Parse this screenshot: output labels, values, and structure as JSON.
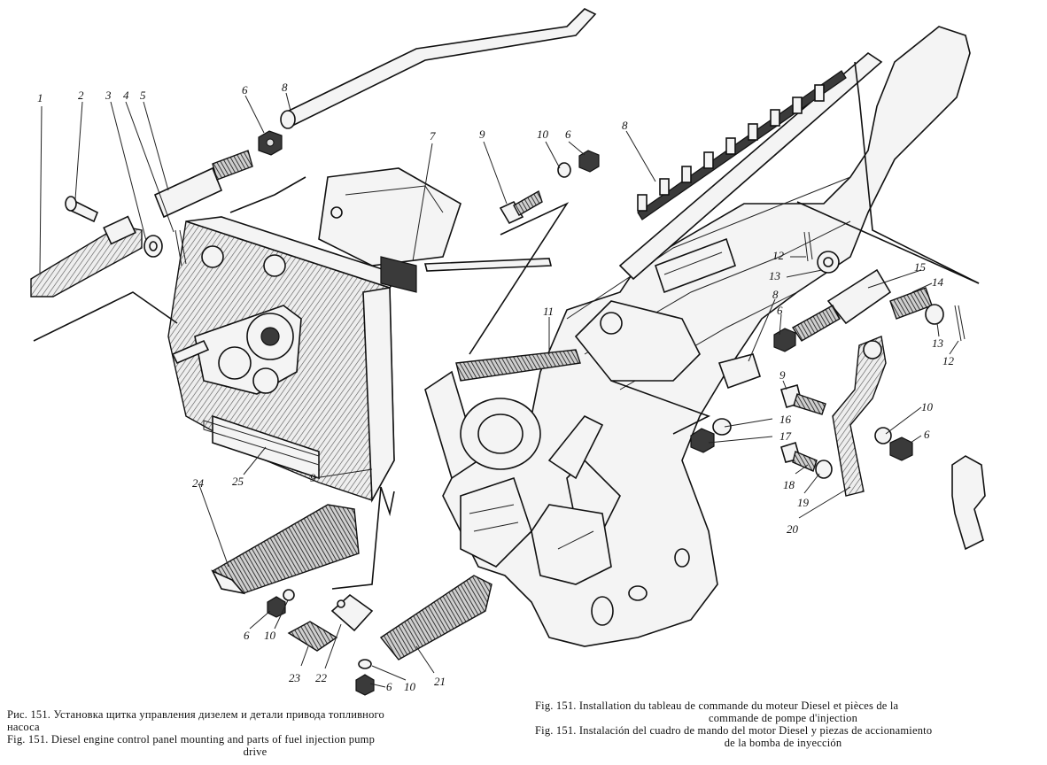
{
  "figure": {
    "callouts": [
      {
        "id": "c1",
        "text": "1"
      },
      {
        "id": "c2",
        "text": "2"
      },
      {
        "id": "c3",
        "text": "3"
      },
      {
        "id": "c4",
        "text": "4"
      },
      {
        "id": "c5",
        "text": "5"
      },
      {
        "id": "c6a",
        "text": "6"
      },
      {
        "id": "c8a",
        "text": "8"
      },
      {
        "id": "c7",
        "text": "7"
      },
      {
        "id": "c9a",
        "text": "9"
      },
      {
        "id": "c10a",
        "text": "10"
      },
      {
        "id": "c6b",
        "text": "6"
      },
      {
        "id": "c8b",
        "text": "8"
      },
      {
        "id": "c11",
        "text": "11"
      },
      {
        "id": "c12a",
        "text": "12"
      },
      {
        "id": "c13a",
        "text": "13"
      },
      {
        "id": "c15",
        "text": "15"
      },
      {
        "id": "c14",
        "text": "14"
      },
      {
        "id": "c8c",
        "text": "8"
      },
      {
        "id": "c6c",
        "text": "6"
      },
      {
        "id": "c13b",
        "text": "13"
      },
      {
        "id": "c12b",
        "text": "12"
      },
      {
        "id": "c9b",
        "text": "9"
      },
      {
        "id": "c16",
        "text": "16"
      },
      {
        "id": "c17",
        "text": "17"
      },
      {
        "id": "c10b",
        "text": "10"
      },
      {
        "id": "c6d",
        "text": "6"
      },
      {
        "id": "c18",
        "text": "18"
      },
      {
        "id": "c19",
        "text": "19"
      },
      {
        "id": "c20",
        "text": "20"
      },
      {
        "id": "c25",
        "text": "25"
      },
      {
        "id": "c9c",
        "text": "9"
      },
      {
        "id": "c24",
        "text": "24"
      },
      {
        "id": "c6e",
        "text": "6"
      },
      {
        "id": "c10c",
        "text": "10"
      },
      {
        "id": "c23",
        "text": "23"
      },
      {
        "id": "c22",
        "text": "22"
      },
      {
        "id": "c6f",
        "text": "6"
      },
      {
        "id": "c10d",
        "text": "10"
      },
      {
        "id": "c21",
        "text": "21"
      }
    ]
  },
  "captions": {
    "ru_line1": "Рис. 151. Установка щитка управления дизелем и детали привода топливного",
    "ru_line2": "насоса",
    "en_line1": "Fig. 151. Diesel engine control panel mounting and parts of fuel injection pump",
    "en_line2": "drive",
    "fr_line1": "Fig. 151. Installation du tableau de commande du moteur Diesel et pièces de la",
    "fr_line2": "commande de pompe d'injection",
    "es_line1": "Fig. 151. Instalación del cuadro de mando del motor Diesel y piezas de accionamiento",
    "es_line2": "de la bomba de inyección"
  }
}
